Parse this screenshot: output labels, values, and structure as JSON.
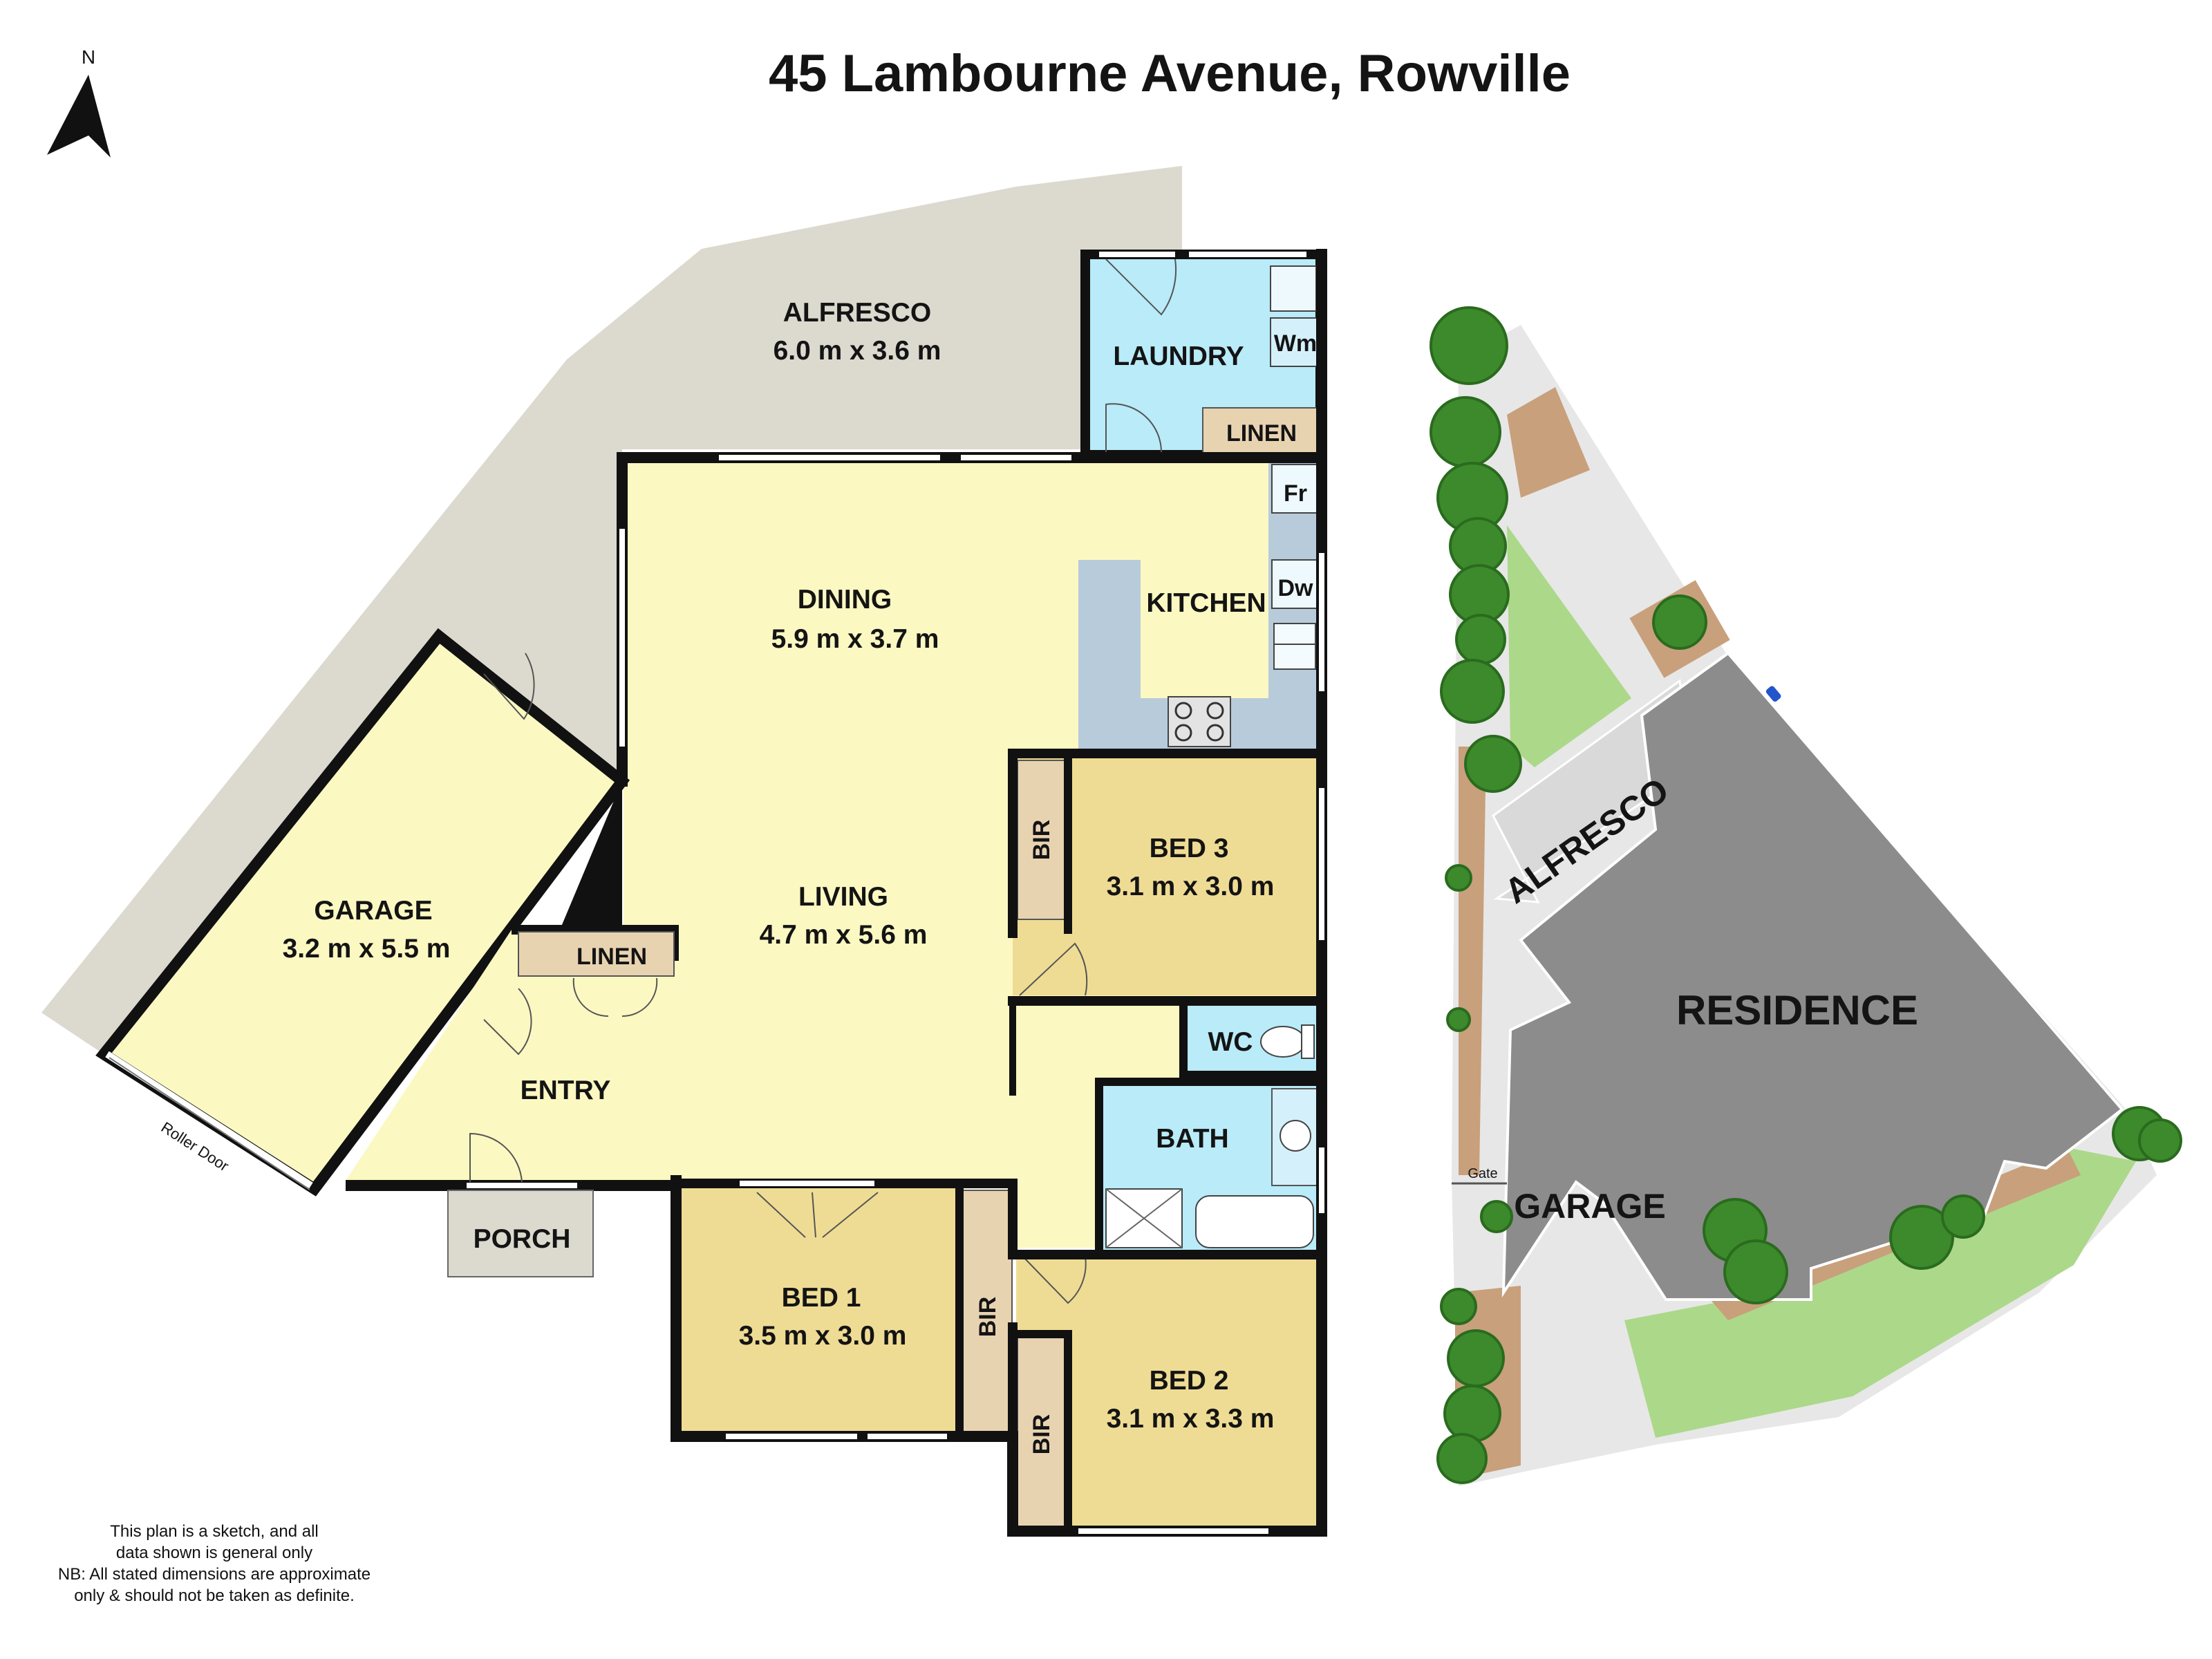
{
  "title": "45 Lambourne Avenue, Rowville",
  "north_label": "N",
  "rooms": {
    "alfresco": {
      "name": "ALFRESCO",
      "dim": "6.0 m x 3.6 m"
    },
    "laundry": {
      "name": "LAUNDRY"
    },
    "laundry_linen": {
      "name": "LINEN"
    },
    "dining": {
      "name": "DINING",
      "dim": "5.9 m x 3.7 m"
    },
    "kitchen": {
      "name": "KITCHEN"
    },
    "living": {
      "name": "LIVING",
      "dim": "4.7 m x 5.6 m"
    },
    "garage": {
      "name": "GARAGE",
      "dim": "3.2 m x 5.5 m"
    },
    "entry": {
      "name": "ENTRY"
    },
    "entry_linen": {
      "name": "LINEN"
    },
    "porch": {
      "name": "PORCH"
    },
    "bed1": {
      "name": "BED 1",
      "dim": "3.5 m x 3.0 m"
    },
    "bed2": {
      "name": "BED 2",
      "dim": "3.1 m x 3.3 m"
    },
    "bed3": {
      "name": "BED 3",
      "dim": "3.1 m x 3.0 m"
    },
    "bath": {
      "name": "BATH"
    },
    "wc": {
      "name": "WC"
    },
    "bir": "BIR"
  },
  "appliances": {
    "wm": "Wm",
    "fr": "Fr",
    "dw": "Dw"
  },
  "roller_door": "Roller Door",
  "site_plan": {
    "residence": "RESIDENCE",
    "alfresco": "ALFRESCO",
    "garage": "GARAGE",
    "gate": "Gate"
  },
  "disclaimer": {
    "line1": "This plan is a sketch, and all",
    "line2": "data shown is general only",
    "line3": "NB: All stated dimensions are approximate",
    "line4": "only & should not be taken as definite."
  },
  "colors": {
    "wall": "#111111",
    "outdoor": "#dcd9cf",
    "living_fill": "#fbf8c2",
    "bedroom_fill": "#efdc94",
    "wet_fill": "#b9ebf9",
    "kitchen_bench": "#b7cbdb",
    "linen_fill": "#e8d3b1",
    "residence": "#8c8c8c",
    "lawn": "#acd88a",
    "garden_bed": "#c8a07c",
    "tree": "#3c8a2c"
  }
}
